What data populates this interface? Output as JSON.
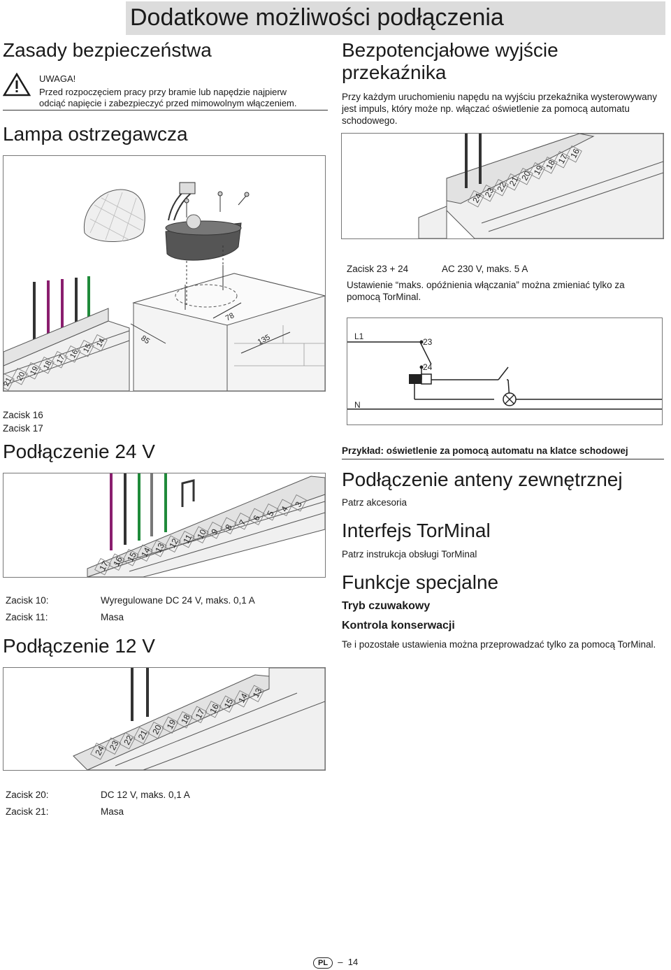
{
  "header": {
    "title": "Dodatkowe możliwości podłączenia"
  },
  "left": {
    "safety": {
      "title": "Zasady bezpieczeństwa",
      "warning_label": "UWAGA!",
      "warning_text_line1": "Przed rozpoczęciem pracy przy bramie lub napędzie najpierw",
      "warning_text_line2": "odciąć napięcie i zabezpieczyć przed mimowolnym włączeniem."
    },
    "lamp": {
      "title": "Lampa ostrzegawcza",
      "dim_85": "85",
      "dim_78": "78",
      "dim_135": "135",
      "terminals": [
        "21",
        "20",
        "19",
        "18",
        "17",
        "16",
        "15",
        "14"
      ],
      "note1": "Zacisk 16",
      "note2": "Zacisk 17"
    },
    "conn24": {
      "title": "Podłączenie 24 V",
      "terminals": [
        "17",
        "16",
        "15",
        "14",
        "13",
        "12",
        "11",
        "10",
        "9",
        "8",
        "7",
        "6",
        "5",
        "4",
        "3"
      ],
      "rows": [
        {
          "label": "Zacisk 10:",
          "value": "Wyregulowane DC 24 V, maks. 0,1 A"
        },
        {
          "label": "Zacisk 11:",
          "value": "Masa"
        }
      ]
    },
    "conn12": {
      "title": "Podłączenie 12 V",
      "terminals": [
        "24",
        "23",
        "22",
        "21",
        "20",
        "19",
        "18",
        "17",
        "16",
        "15",
        "14",
        "13"
      ],
      "rows": [
        {
          "label": "Zacisk 20:",
          "value": "DC 12 V, maks. 0,1 A"
        },
        {
          "label": "Zacisk 21:",
          "value": "Masa"
        }
      ]
    }
  },
  "right": {
    "relay": {
      "title_line1": "Bezpotencjałowe wyjście",
      "title_line2": "przekaźnika",
      "text_line1": "Przy każdym uruchomieniu napędu na wyjściu przekaźnika wysterowywany",
      "text_line2": "jest impuls, który może np. włączać oświetlenie za pomocą automatu",
      "text_line3": "schodowego.",
      "terminals": [
        "24",
        "23",
        "22",
        "21",
        "20",
        "19",
        "18",
        "17",
        "16"
      ],
      "spec_label": "Zacisk 23 + 24",
      "spec_value": "AC 230 V, maks. 5 A",
      "setting_line1": "Ustawienie “maks. opóźnienia włączania” można zmieniać tylko za",
      "setting_line2": "pomocą TorMinal."
    },
    "circuit": {
      "l1": "L1",
      "t23": "23",
      "t24": "24",
      "n": "N",
      "caption": "Przykład: oświetlenie za pomocą automatu na klatce schodowej"
    },
    "antenna": {
      "title": "Podłączenie anteny zewnętrznej",
      "text": "Patrz akcesoria"
    },
    "interface": {
      "title": "Interfejs TorMinal",
      "text": "Patrz instrukcja obsługi TorMinal"
    },
    "special": {
      "title": "Funkcje specjalne",
      "sub1": "Tryb czuwakowy",
      "sub2": "Kontrola konserwacji",
      "text": "Te i pozostałe ustawienia można przeprowadzać tylko za pomocą TorMinal."
    }
  },
  "footer": {
    "lang": "PL",
    "page": "14"
  },
  "colors": {
    "header_bg": "#dcdcdc",
    "wire_purple": "#8a1e6e",
    "wire_green": "#1f8a3a",
    "wire_dark": "#333333",
    "lamp_body": "#555555"
  }
}
